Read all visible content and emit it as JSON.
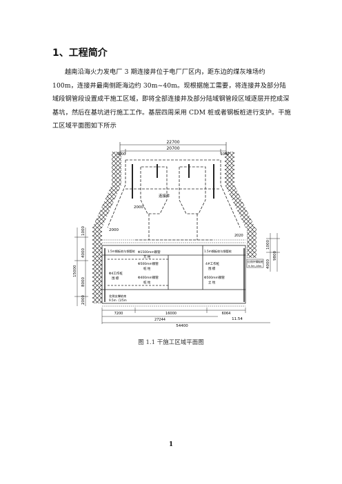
{
  "heading": "1、工程简介",
  "paragraph": "越南沿海火力发电厂 3 期连接井位于电厂厂区内，距东边的煤灰堆场约 100m，连接井最南侧距海边约 30m~40m。现根据施工需要，将连接井及部分陆域段钢管段设置成干施工区域，即将全部连接井及部分陆域钢管段区域逐层开挖成深基坑，然后在基坑进行施工工作。基层四周采用 CDM 桩或者钢板桩进行支护。干施工区域平面图如下所示",
  "figure": {
    "dims": {
      "top_total": "22700",
      "top_inner": "20700",
      "top_left": "1000",
      "top_right": "1000",
      "left_1": "1000",
      "left_2": "4000",
      "left_3": "8000",
      "left_4": "2000",
      "left_total": "15000",
      "right_1": "1000",
      "right_2": "4000",
      "right_total": "9800",
      "bottom_a": "7200",
      "bottom_b": "16000",
      "bottom_c": "6064",
      "bottom_mid": "27244",
      "bottom_total": "54400",
      "bottom_right": "11.54",
      "diag_1": "2000",
      "diag_2": "2000",
      "right_corner": "2020"
    },
    "labels": {
      "well": "连接井",
      "pipe1": "Φ1500mm钢管",
      "pipe1b": "方 柱",
      "pipe2": "Φ500mm钢管",
      "pipe2b": "桩 柱",
      "pipe3": "Φ400mm钢管",
      "pipe3b": "桩 柱",
      "pipe4": "Φ500mm钢管",
      "pipe4b": "立 柱",
      "work1": "Φ4工作桩",
      "work1b": "围 檩",
      "work2": "4#工作桩",
      "work2b": "围 檩",
      "top_note_l": "1.5m钢板桩与钢管桩",
      "top_note_r": "1.5m钢板桩与钢管桩",
      "bottom_note": "北侧支撑结束",
      "bottom_note2": "9.5m（1/5m",
      "right_note": "红线外钢板桩",
      "right_note2": "9.5m,18m"
    }
  },
  "caption": "图 1.1 干施工区域平面图",
  "page_number": "1"
}
